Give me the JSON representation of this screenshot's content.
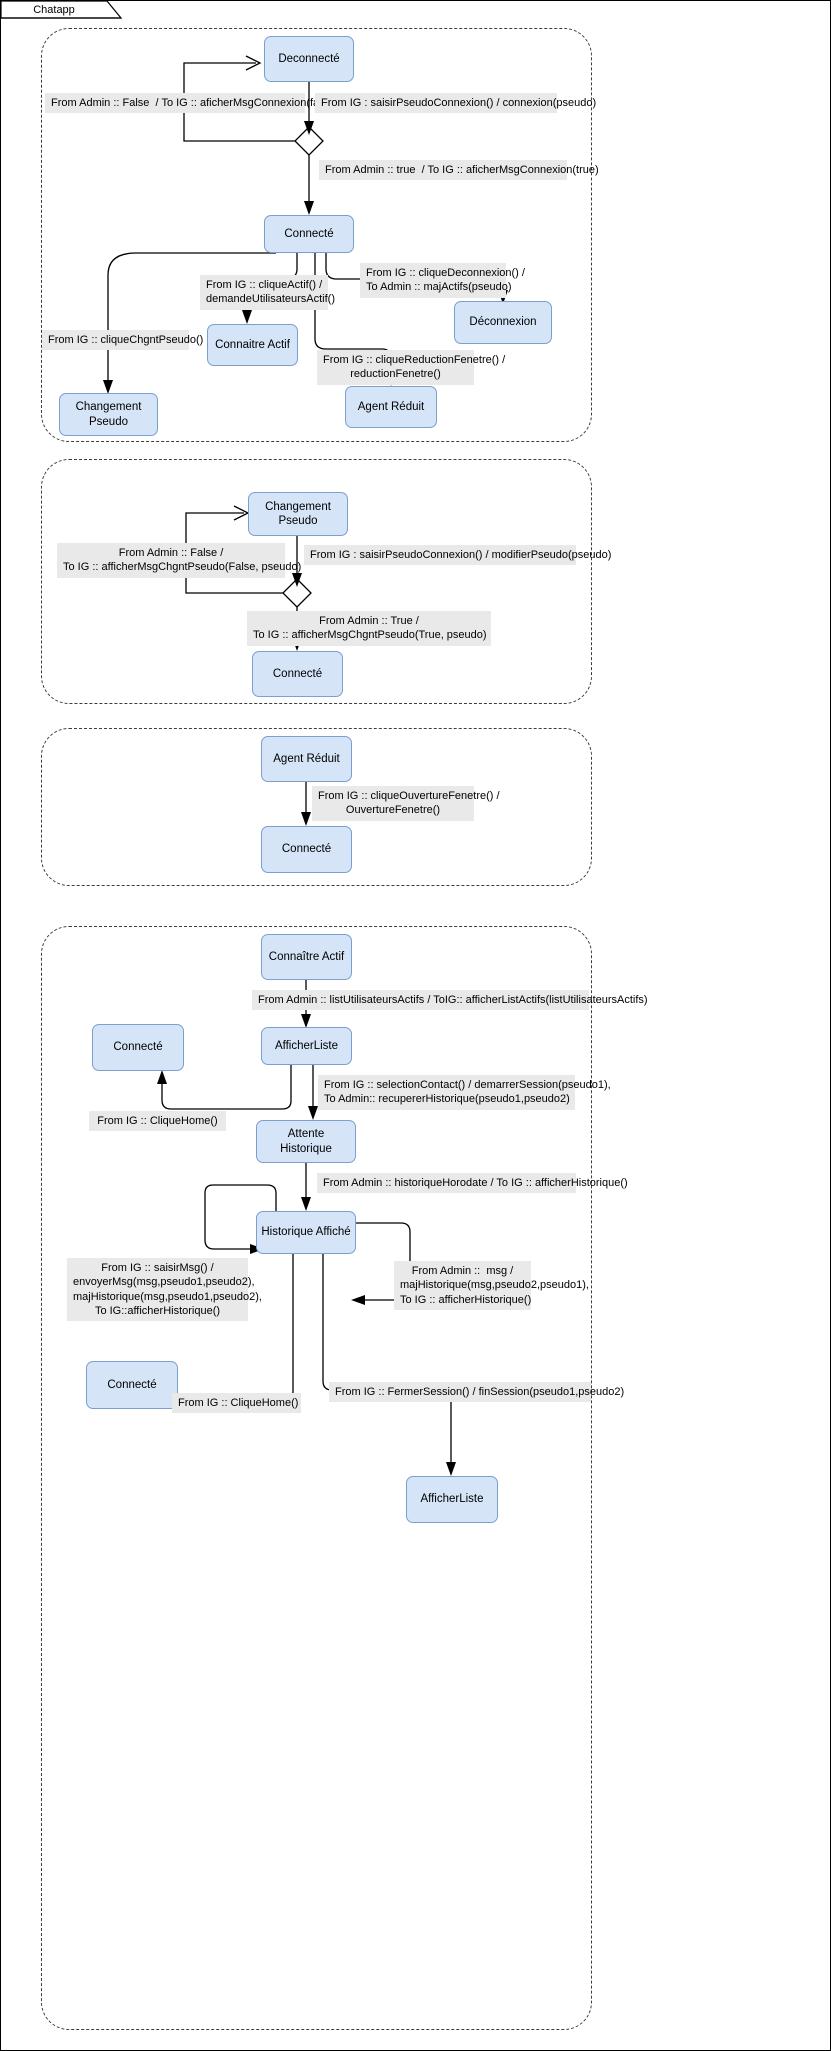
{
  "window": {
    "tab_title": "Chatapp"
  },
  "colors": {
    "node_fill": "#d5e4f7",
    "node_stroke": "#7a9fd0",
    "label_fill": "#e9e9e9",
    "edge_stroke": "#000000",
    "panel_stroke": "#3c3c3c"
  },
  "diagram": {
    "type": "uml-state-machine",
    "panels": [
      {
        "id": "panel-connexion",
        "states": [
          {
            "id": "deconnecte",
            "label": "Deconnecté"
          },
          {
            "id": "connecte",
            "label": "Connecté"
          },
          {
            "id": "connaitre-actif",
            "label": "Connaitre Actif"
          },
          {
            "id": "deconnexion",
            "label": "Déconnexion"
          },
          {
            "id": "changement-pseudo",
            "label": "Changement Pseudo"
          },
          {
            "id": "agent-reduit",
            "label": "Agent Réduit"
          }
        ],
        "decisions": [
          {
            "id": "choice-connexion"
          }
        ],
        "transitions": [
          {
            "id": "t1",
            "label": "From Admin :: False  / To IG :: aficherMsgConnexion(false)"
          },
          {
            "id": "t2",
            "label": "From IG : saisirPseudoConnexion() / connexion(pseudo)"
          },
          {
            "id": "t3",
            "label": "From Admin :: true  / To IG :: aficherMsgConnexion(true)"
          },
          {
            "id": "t4",
            "label": "From IG :: cliqueActif() /\ndemandeUtilisateursActif()"
          },
          {
            "id": "t5",
            "label": "From IG :: cliqueDeconnexion() /\nTo Admin :: majActifs(pseudo)"
          },
          {
            "id": "t6",
            "label": "From IG :: cliqueChgntPseudo()"
          },
          {
            "id": "t7",
            "label": "From IG :: cliqueReductionFenetre() /\nreductionFenetre()"
          }
        ]
      },
      {
        "id": "panel-changement-pseudo",
        "states": [
          {
            "id": "cp-changement-pseudo",
            "label": "Changement Pseudo"
          },
          {
            "id": "cp-connecte",
            "label": "Connecté"
          }
        ],
        "decisions": [
          {
            "id": "cp-choice"
          }
        ],
        "transitions": [
          {
            "id": "t8",
            "label": "From Admin :: False /\nTo IG :: afficherMsgChgntPseudo(False, pseudo)"
          },
          {
            "id": "t9",
            "label": "From IG : saisirPseudoConnexion() / modifierPseudo(pseudo)"
          },
          {
            "id": "t10",
            "label": "From Admin :: True /\nTo IG :: afficherMsgChgntPseudo(True, pseudo)"
          }
        ]
      },
      {
        "id": "panel-agent-reduit",
        "states": [
          {
            "id": "ar-agent-reduit",
            "label": "Agent Réduit"
          },
          {
            "id": "ar-connecte",
            "label": "Connecté"
          }
        ],
        "decisions": [],
        "transitions": [
          {
            "id": "t11",
            "label": "From IG :: cliqueOuvertureFenetre() /\nOuvertureFenetre()"
          }
        ]
      },
      {
        "id": "panel-historique",
        "states": [
          {
            "id": "h-connaitre-actif",
            "label": "Connaître Actif"
          },
          {
            "id": "h-afficherliste",
            "label": "AfficherListe"
          },
          {
            "id": "h-connecte-1",
            "label": "Connecté"
          },
          {
            "id": "h-attente-historique",
            "label": "Attente Historique"
          },
          {
            "id": "h-historique-affiche",
            "label": "Historique Affiché"
          },
          {
            "id": "h-connecte-2",
            "label": "Connecté"
          },
          {
            "id": "h-afficherliste-2",
            "label": "AfficherListe"
          }
        ],
        "decisions": [],
        "transitions": [
          {
            "id": "t12",
            "label": "From Admin :: listUtilisateursActifs / ToIG:: afficherListActifs(listUtilisateursActifs)"
          },
          {
            "id": "t13",
            "label": "From IG :: CliqueHome()"
          },
          {
            "id": "t14",
            "label": "From IG :: selectionContact() / demarrerSession(pseudo1),\nTo Admin:: recupererHistorique(pseudo1,pseudo2)"
          },
          {
            "id": "t15",
            "label": "From Admin :: historiqueHorodate / To IG :: afficherHistorique()"
          },
          {
            "id": "t16",
            "label": "From IG :: saisirMsg() /\nenvoyerMsg(msg,pseudo1,pseudo2),\nmajHistorique(msg,pseudo1,pseudo2),\nTo IG::afficherHistorique()"
          },
          {
            "id": "t17",
            "label": "From Admin ::  msg /\nmajHistorique(msg,pseudo2,pseudo1),\nTo IG :: afficherHistorique()"
          },
          {
            "id": "t18",
            "label": "From IG :: CliqueHome()"
          },
          {
            "id": "t19",
            "label": "From IG :: FermerSession() / finSession(pseudo1,pseudo2)"
          }
        ]
      }
    ]
  }
}
